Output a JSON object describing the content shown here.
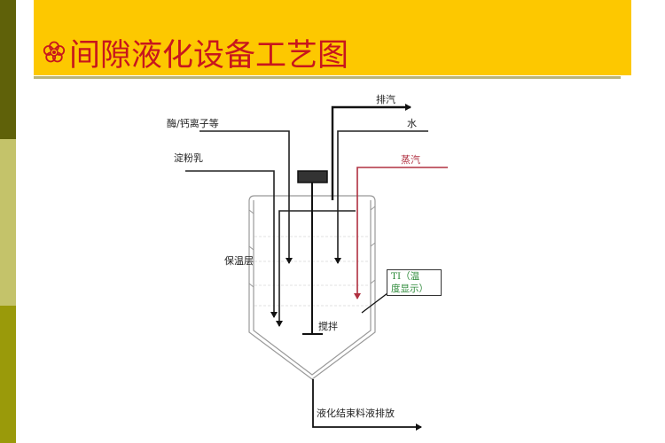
{
  "slide": {
    "title": "间隙液化设备工艺图",
    "title_icon": "flower-bullet-icon",
    "colors": {
      "title_bg": "#fdc800",
      "title_text": "#c8161d",
      "sidebar_top": "#5f6109",
      "sidebar_middle": "#c4c36a",
      "sidebar_bottom": "#9a9a0a",
      "steam_line": "#b03040",
      "ti_text": "#2e8a3a"
    }
  },
  "diagram": {
    "inputs": {
      "enzyme": "酶/钙离子等",
      "starch": "淀粉乳",
      "exhaust": "排汽",
      "water": "水",
      "steam": "蒸汽"
    },
    "insulation_label": "保温层",
    "stirrer_label": "搅拌",
    "temperature_indicator": {
      "line1": "TI（温",
      "line2": "度显示）"
    },
    "discharge_label": "液化结束料液排放"
  }
}
